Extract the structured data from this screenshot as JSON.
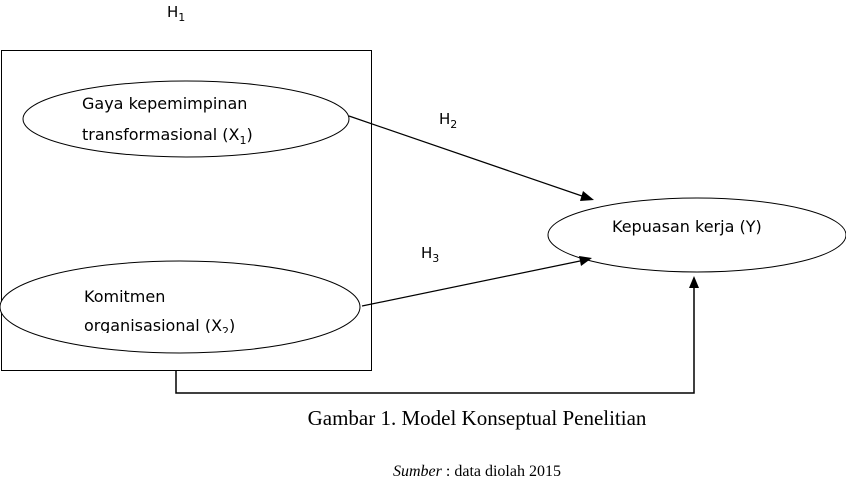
{
  "labels": {
    "h1": "H",
    "h1_sub": "1",
    "h2": "H",
    "h2_sub": "2",
    "h3": "H",
    "h3_sub": "3"
  },
  "nodes": {
    "x1_line1": "Gaya kepemimpinan",
    "x1_line2": "transformasional (X",
    "x1_sub": "1",
    "x1_close": ")",
    "x2_line1": "Komitmen",
    "x2_line2": "organisasional (X",
    "x2_sub": "2",
    "x2_close": ")",
    "y_label": "Kepuasan kerja (Y)"
  },
  "caption": {
    "title": "Gambar 1. Model Konseptual Penelitian",
    "source_italic": "Sumber",
    "source_rest": " : data diolah 2015"
  }
}
